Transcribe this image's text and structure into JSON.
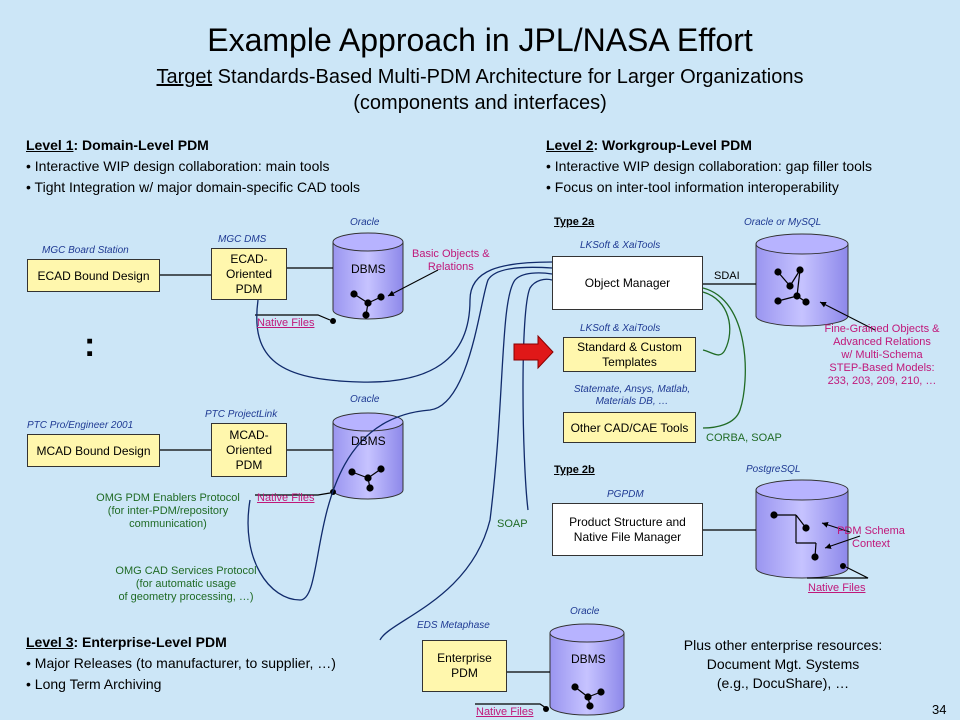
{
  "header": {
    "title": "Example Approach in JPL/NASA Effort",
    "subtitle_underlined": "Target",
    "subtitle_rest": " Standards-Based Multi-PDM Architecture for Larger Organizations",
    "subtitle_line2": "(components and interfaces)"
  },
  "level1": {
    "heading_u": "Level 1",
    "heading_rest": ": Domain-Level PDM",
    "bullets": [
      "Interactive WIP design collaboration: main tools",
      "Tight Integration w/ major domain-specific CAD tools"
    ]
  },
  "level2": {
    "heading_u": "Level 2",
    "heading_rest": ": Workgroup-Level PDM",
    "bullets": [
      "Interactive WIP design collaboration: gap filler tools",
      "Focus on inter-tool information interoperability"
    ]
  },
  "level3": {
    "heading_u": "Level 3",
    "heading_rest": ": Enterprise-Level PDM",
    "bullets": [
      "Major Releases (to manufacturer, to supplier, …)",
      "Long Term Archiving"
    ]
  },
  "ecad": {
    "station_label": "MGC Board Station",
    "bound_design": "ECAD Bound Design",
    "dms_label": "MGC DMS",
    "pdm": "ECAD-\nOriented\nPDM",
    "oracle": "Oracle",
    "dbms": "DBMS",
    "native_files": "Native Files",
    "basic_objects": "Basic Objects &\nRelations"
  },
  "ellipsis": ":",
  "mcad": {
    "station_label": "PTC Pro/Engineer 2001",
    "bound_design": "MCAD Bound Design",
    "link_label": "PTC ProjectLink",
    "pdm": "MCAD-\nOriented\nPDM",
    "oracle": "Oracle",
    "dbms": "DBMS",
    "native_files": "Native Files"
  },
  "protocols": {
    "omg_pdm": "OMG PDM Enablers Protocol\n(for inter-PDM/repository\ncommunication)",
    "omg_cad": "OMG CAD Services Protocol\n(for automatic usage\nof geometry processing, …)"
  },
  "type2a": {
    "type_u": "Type 2a",
    "oracle_mysql": "Oracle or MySQL",
    "lksoft1": "LKSoft & XaiTools",
    "object_manager": "Object Manager",
    "sdai": "SDAI",
    "lksoft2": "LKSoft & XaiTools",
    "templates": "Standard & Custom\nTemplates",
    "tools_label": "Statemate, Ansys, Matlab,\nMaterials DB, …",
    "other_tools": "Other CAD/CAE Tools",
    "corba": "CORBA, SOAP",
    "fine_grained": "Fine-Grained Objects &\nAdvanced Relations\nw/ Multi-Schema\nSTEP-Based Models:\n233, 203, 209, 210, …"
  },
  "type2b": {
    "type_u": "Type 2b",
    "postgres": "PostgreSQL",
    "pgpdm": "PGPDM",
    "manager": "Product Structure and\nNative File Manager",
    "soap": "SOAP",
    "schema_context": "PDM Schema\nContext",
    "native_files": "Native Files"
  },
  "enterprise": {
    "label": "EDS Metaphase",
    "pdm": "Enterprise\nPDM",
    "oracle": "Oracle",
    "dbms": "DBMS",
    "native_files": "Native Files"
  },
  "plus_other": "Plus other enterprise resources:\nDocument Mgt. Systems\n(e.g., DocuShare), …",
  "page_number": "34"
}
